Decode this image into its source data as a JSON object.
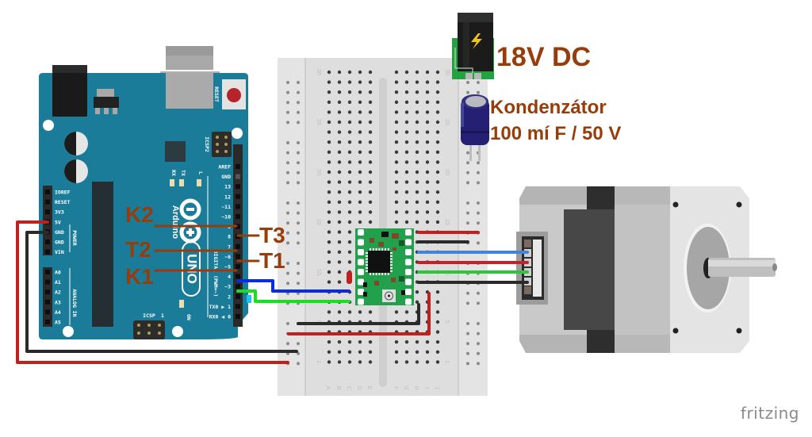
{
  "labels": {
    "power": "18V DC",
    "capacitor_line1": "Kondenzátor",
    "capacitor_line2": "100 mí F / 50 V",
    "k2": "K2",
    "t2": "T2",
    "k1": "K1",
    "t3": "T3",
    "t1": "T1"
  },
  "arduino": {
    "brand": "Arduino",
    "model": "UNO",
    "reset_label": "RESET",
    "icsp2_label": "ICSP2",
    "icsp_label": "ICSP",
    "icsp_pin1": "1",
    "on_label": "ON",
    "rx_label": "RX",
    "tx_label": "TX",
    "l_label": "L",
    "digital_label": "DIGITAL (PWM=~)",
    "power_label": "POWER",
    "analog_label": "ANALOG IN",
    "digital_pins": [
      "AREF",
      "GND",
      "13",
      "12",
      "~11",
      "~10",
      "~9",
      "8",
      "7",
      "~6",
      "~5",
      "4",
      "~3",
      "2",
      "TX0 ▶ 1",
      "RX0 ◀ 0"
    ],
    "power_pins": [
      "IOREF",
      "RESET",
      "3V3",
      "5V",
      "GND",
      "GND",
      "VIN"
    ],
    "analog_pins": [
      "A0",
      "A1",
      "A2",
      "A3",
      "A4",
      "A5"
    ]
  },
  "breadboard": {
    "row_numbers": [
      "30",
      "25",
      "20",
      "15",
      "10",
      "5",
      "1"
    ],
    "col_letters_left": [
      "A",
      "B",
      "C",
      "D",
      "E"
    ],
    "col_letters_right": [
      "F",
      "G",
      "H",
      "I",
      "J"
    ]
  },
  "wire_colors": {
    "red": "#c0201e",
    "black": "#2a2a2a",
    "blue": "#0a2be0",
    "green": "#19e01c",
    "motor_blue": "#3f86d6",
    "motor_red": "#c8202a",
    "motor_green": "#2ec43e",
    "label_brown": "#973d0b"
  },
  "watermark": "fritzing"
}
